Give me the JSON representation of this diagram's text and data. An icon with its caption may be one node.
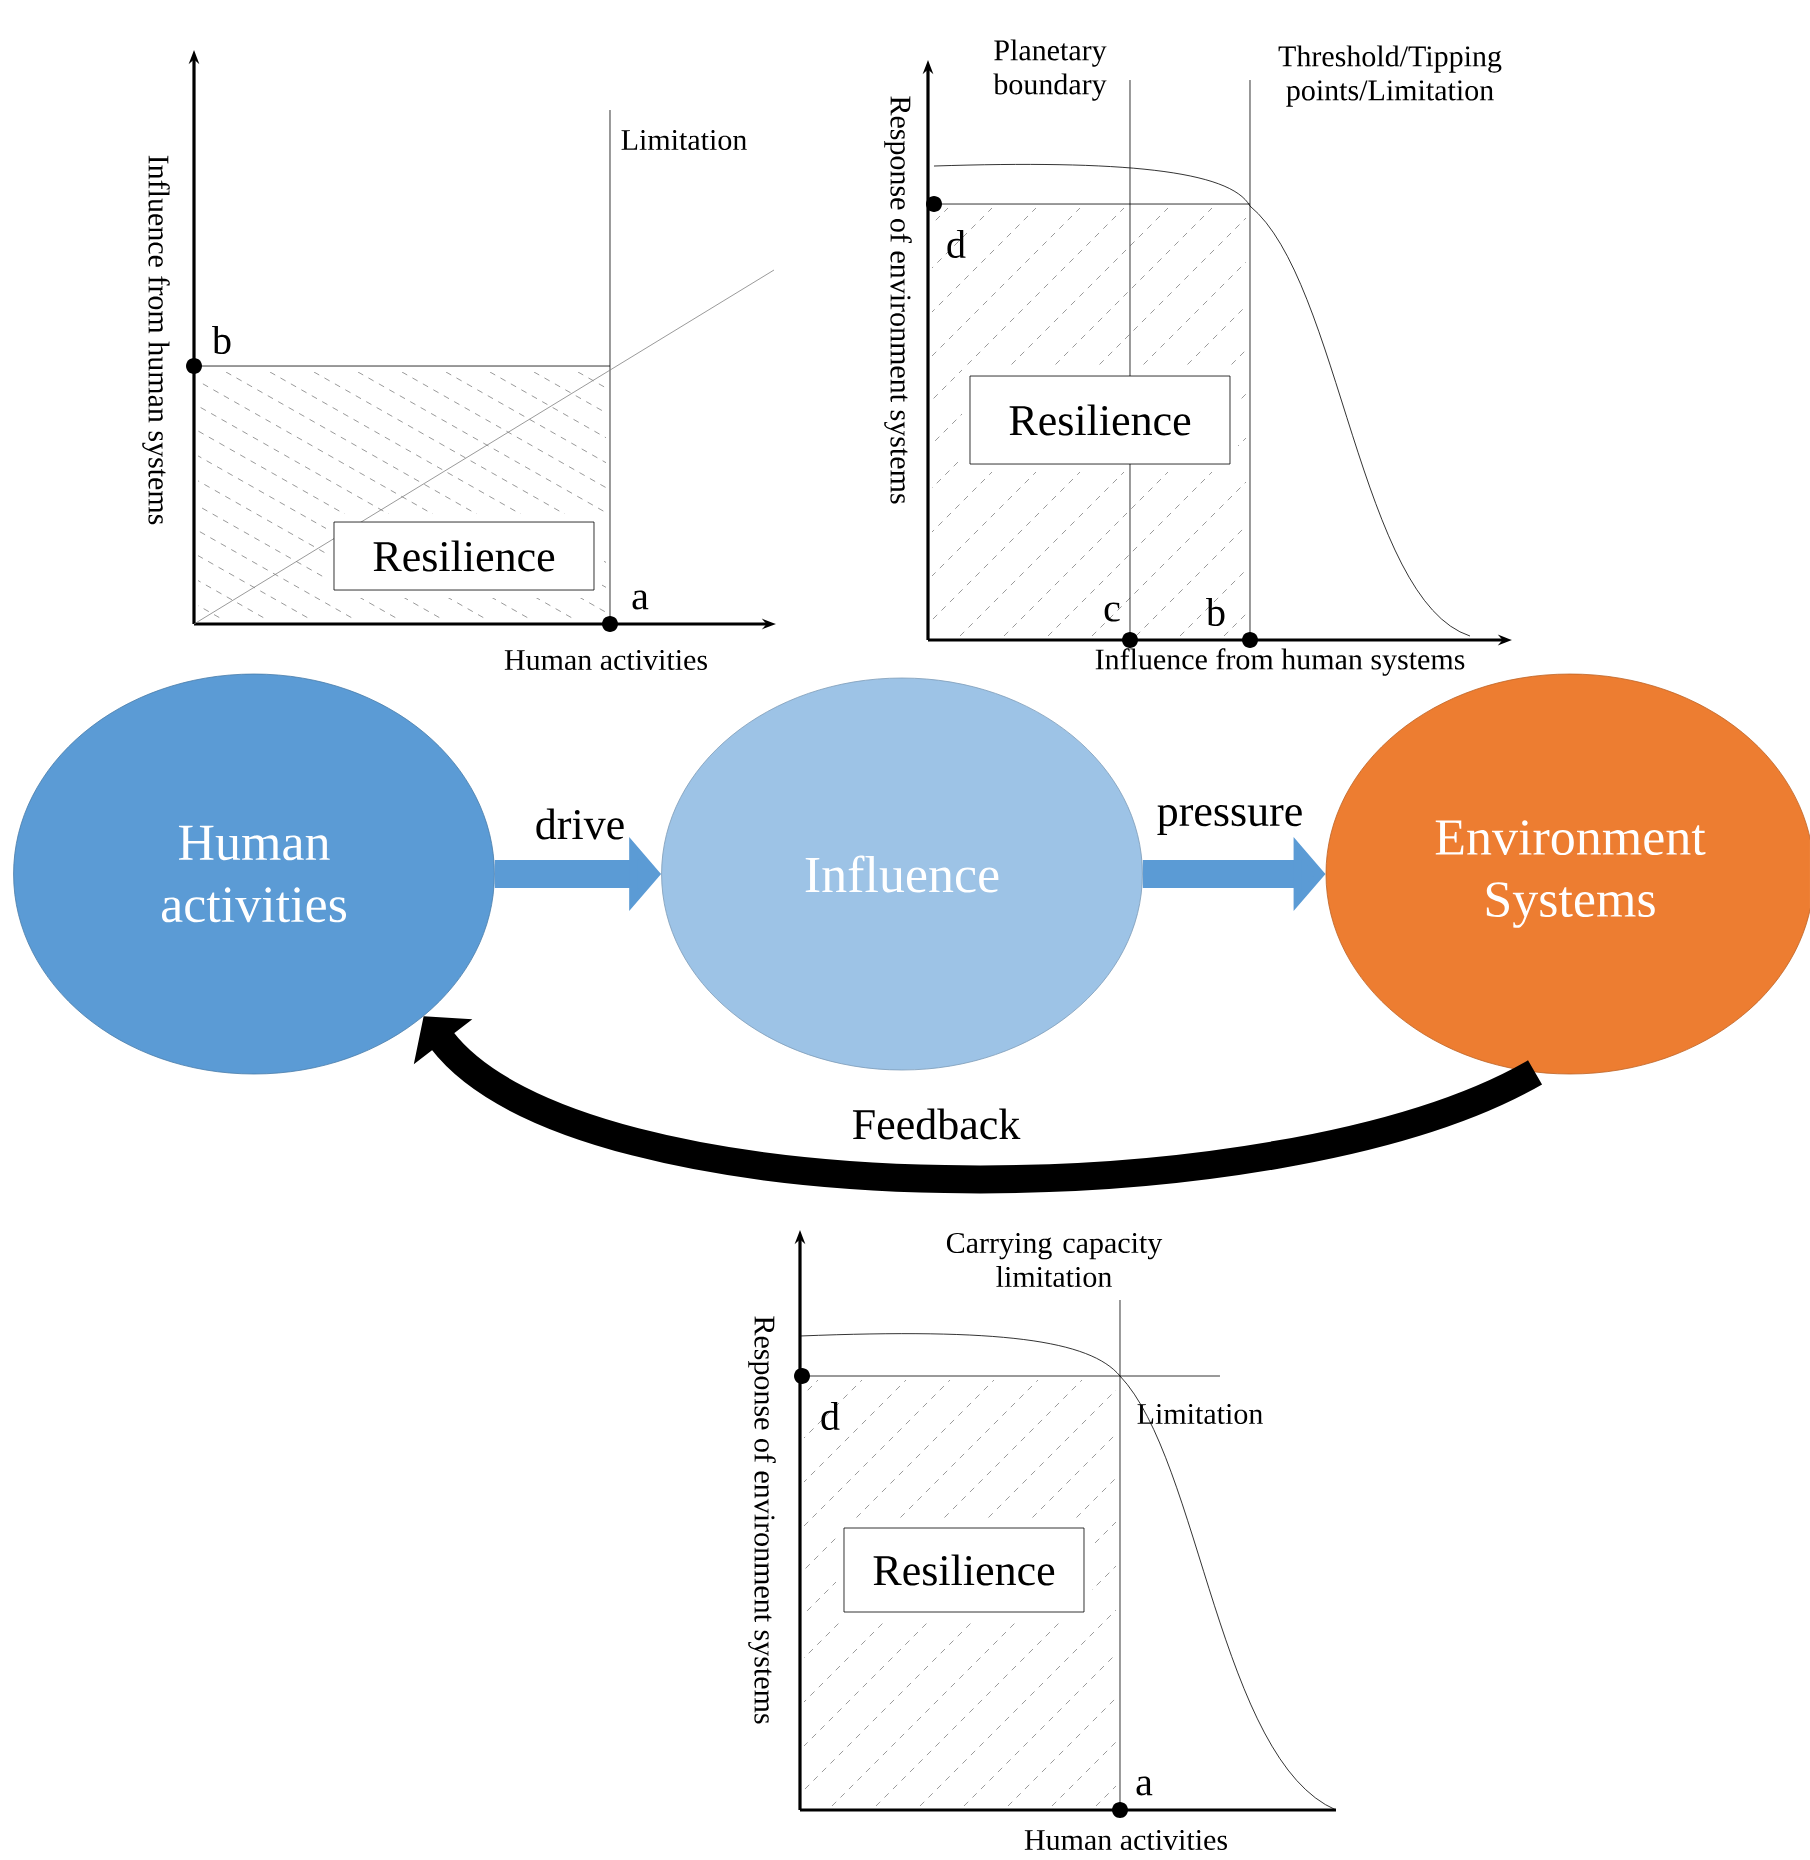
{
  "diagram": {
    "nodes": [
      {
        "text": [
          "Human activities"
        ]
      },
      {
        "text": [
          "Influence"
        ]
      },
      {
        "text": [
          "Environment Systems"
        ]
      },
      {
        "text": [
          "Resilience"
        ]
      },
      {
        "text": [
          "Resilience"
        ]
      },
      {
        "text": [
          "Resilience"
        ]
      }
    ],
    "edges": [
      {
        "from": 0,
        "to": 1,
        "arrow": "to",
        "label": "drive"
      },
      {
        "from": 1,
        "to": 2,
        "arrow": "to",
        "label": "pressure"
      },
      {
        "from": 2,
        "to": 0,
        "arrow": "to",
        "label": "Feedback",
        "color": "#000000"
      }
    ],
    "labels": [
      "Influence from human systems",
      "Limitation",
      "b",
      "a",
      "Human activities",
      "Response of environment systems",
      "Planetary boundary",
      "Threshold/Tipping points/Limitation",
      "d",
      "c",
      "b",
      "Influence from human systems",
      "Response of environment systems",
      "Carrying capacity limitation",
      "d",
      "Limitation",
      "a",
      "Human activities"
    ]
  }
}
